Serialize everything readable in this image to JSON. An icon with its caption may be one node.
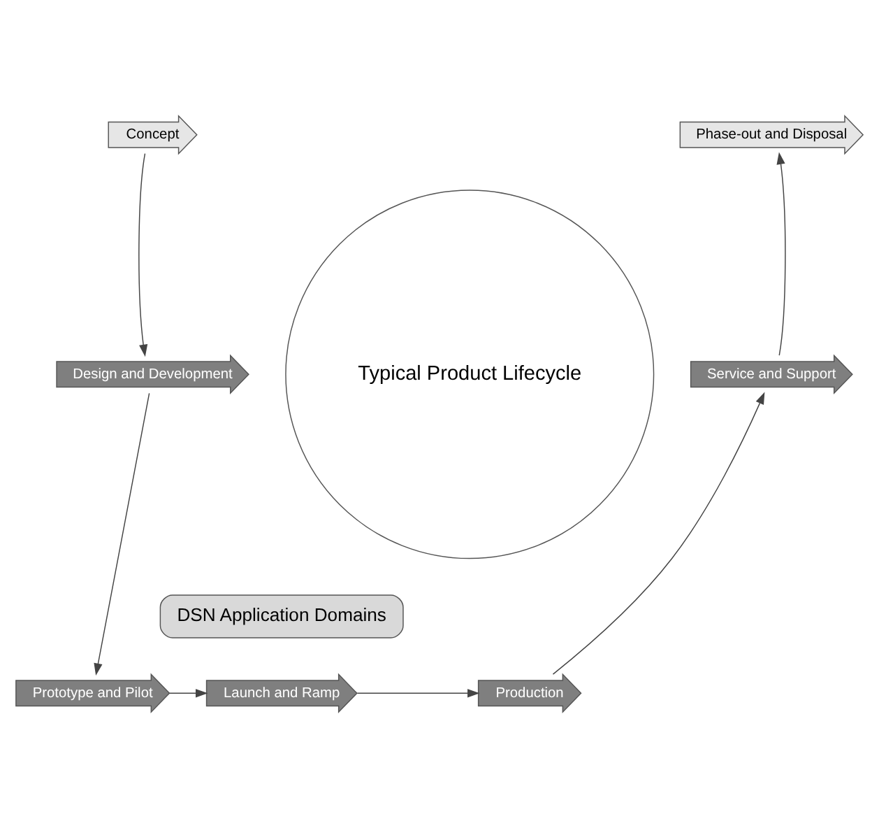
{
  "diagram": {
    "nodes": [
      {
        "text": [
          "Concept"
        ]
      },
      {
        "text": [
          "Design and Development"
        ]
      },
      {
        "text": [
          "Prototype and Pilot"
        ]
      },
      {
        "text": [
          "Launch and Ramp"
        ]
      },
      {
        "text": [
          "Production"
        ]
      },
      {
        "text": [
          "Service and Support"
        ]
      },
      {
        "text": [
          "Phase-out and Disposal"
        ]
      },
      {
        "text": [
          "Typical Product Lifecycle"
        ]
      },
      {
        "text": [
          "DSN Application Domains"
        ]
      }
    ],
    "edges": [
      {
        "from": 0,
        "to": 1,
        "arrow": "to"
      },
      {
        "from": 1,
        "to": 2,
        "arrow": "to"
      },
      {
        "from": 2,
        "to": 3,
        "arrow": "to"
      },
      {
        "from": 3,
        "to": 4,
        "arrow": "to"
      },
      {
        "from": 4,
        "to": 5,
        "arrow": "to"
      },
      {
        "from": 5,
        "to": 6,
        "arrow": "to"
      }
    ]
  }
}
